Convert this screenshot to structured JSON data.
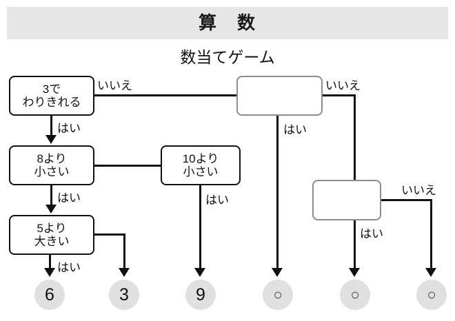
{
  "header": {
    "title": "算　数"
  },
  "subtitle": "数当てゲーム",
  "flowchart": {
    "boxes": [
      {
        "id": "box-3de",
        "line1": "3で",
        "line2": "わりきれる",
        "blank": false
      },
      {
        "id": "box-8yori",
        "line1": "8より",
        "line2": "小さい",
        "blank": false
      },
      {
        "id": "box-5yori",
        "line1": "5より",
        "line2": "大きい",
        "blank": false
      },
      {
        "id": "box-10yori",
        "line1": "10より",
        "line2": "小さい",
        "blank": false
      },
      {
        "id": "box-blank-1",
        "line1": "",
        "line2": "",
        "blank": true
      },
      {
        "id": "box-blank-2",
        "line1": "",
        "line2": "",
        "blank": true
      }
    ],
    "labels": {
      "yes": "はい",
      "no": "いいえ",
      "no_top_left": "いいえ",
      "yes_3de": "はい",
      "yes_8yori": "はい",
      "yes_10yori": "はい",
      "yes_5yori": "はい",
      "no_blank1": "いいえ",
      "yes_blank1": "はい",
      "no_blank2": "いいえ",
      "yes_blank2": "はい"
    },
    "results": [
      {
        "id": "result-6",
        "value": "6",
        "blank": false
      },
      {
        "id": "result-3",
        "value": "3",
        "blank": false
      },
      {
        "id": "result-9",
        "value": "9",
        "blank": false
      },
      {
        "id": "result-blank-1",
        "value": "○",
        "blank": true
      },
      {
        "id": "result-blank-2",
        "value": "○",
        "blank": true
      },
      {
        "id": "result-blank-3",
        "value": "○",
        "blank": true
      }
    ]
  },
  "colors": {
    "header_bg": "#e6e6e6",
    "line": "#111111",
    "circle_bg": "#e0e0e0",
    "blank_box_border": "#8c8c8c"
  }
}
